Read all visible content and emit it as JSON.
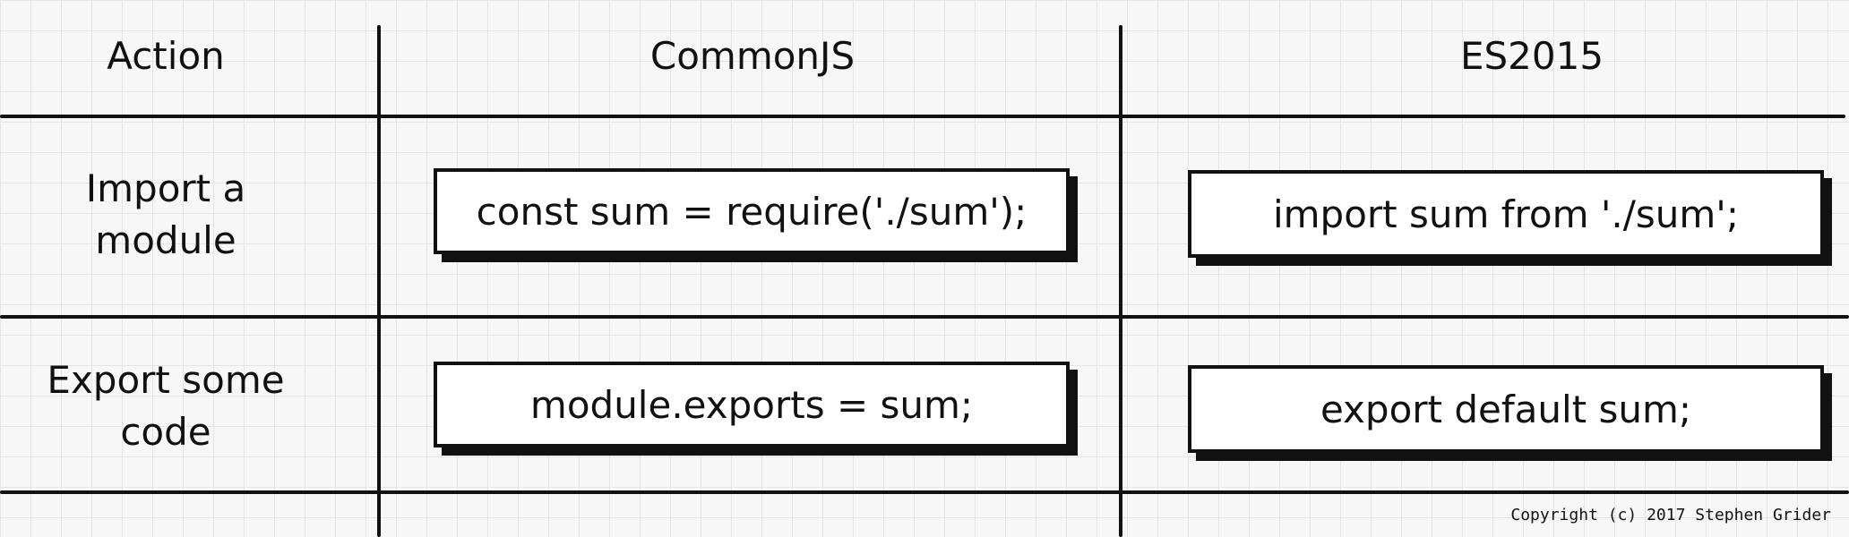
{
  "headers": {
    "action": "Action",
    "commonjs": "CommonJS",
    "es2015": "ES2015"
  },
  "rows": [
    {
      "action": "Import a module",
      "commonjs": "const sum = require('./sum');",
      "es2015": "import sum from './sum';"
    },
    {
      "action": "Export some code",
      "commonjs": "module.exports = sum;",
      "es2015": "export default sum;"
    }
  ],
  "copyright": "Copyright (c) 2017 Stephen Grider"
}
